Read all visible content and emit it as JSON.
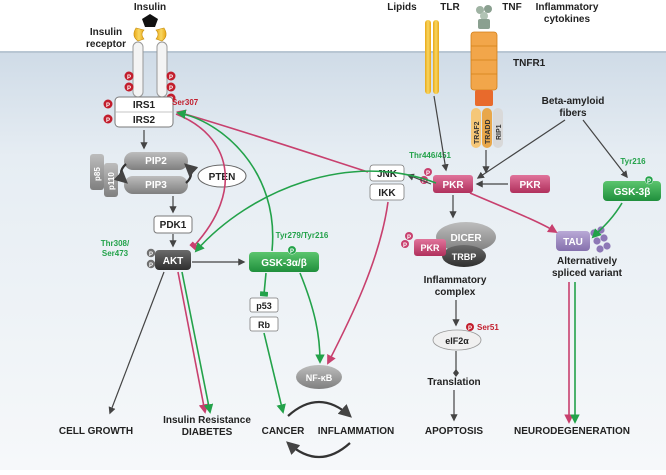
{
  "colors": {
    "pink": "#c8406e",
    "green": "#23a24a",
    "gray": "#555555",
    "red": "#c21d2c",
    "cell": "#dfe8f0",
    "tau": "#9a85bf",
    "orange": "#f08a1e",
    "yellow": "#f1c232",
    "dark": "#3d3d3d"
  },
  "labels": {
    "insulin": "Insulin",
    "insulin_receptor_1": "Insulin",
    "insulin_receptor_2": "receptor",
    "lipids": "Lipids",
    "tlr": "TLR",
    "tnf": "TNF",
    "inflam_cyt_1": "Inflammatory",
    "inflam_cyt_2": "cytokines",
    "tnfr1": "TNFR1",
    "tradd": "TRADD",
    "traf2": "TRAF2",
    "rip1": "RIP1",
    "beta_amyloid_1": "Beta-amyloid",
    "beta_amyloid_2": "fibers",
    "irs1": "IRS1",
    "irs2": "IRS2",
    "ser307": "Ser307",
    "pip2": "PIP2",
    "pip3": "PIP3",
    "pten": "PTEN",
    "p85": "p85",
    "p110": "p110",
    "pdk1": "PDK1",
    "thr308": "Thr308/",
    "ser473": "Ser473",
    "akt": "AKT",
    "gsk3ab": "GSK-3α/β",
    "tyr279": "Tyr279/Tyr216",
    "p53": "p53",
    "rb": "Rb",
    "jnk": "JNK",
    "ikk": "IKK",
    "thr446": "Thr446/451",
    "pkr_main": "PKR",
    "pkr_right": "PKR",
    "pkr_small": "PKR",
    "dicer": "DICER",
    "trbp": "TRBP",
    "inflam_complex_1": "Inflammatory",
    "inflam_complex_2": "complex",
    "eif2a": "eIF2α",
    "ser51": "Ser51",
    "translation": "Translation",
    "tyr216": "Tyr216",
    "gsk3b": "GSK-3β",
    "tau": "TAU",
    "alt_spliced_1": "Alternatively",
    "alt_spliced_2": "spliced variant",
    "nfkb": "NF-κB",
    "p": "P",
    "cell_growth": "CELL GROWTH",
    "insulin_resistance": "Insulin Resistance",
    "diabetes": "DIABETES",
    "cancer": "CANCER",
    "inflammation": "INFLAMMATION",
    "apoptosis": "APOPTOSIS",
    "neurodegeneration": "NEURODEGENERATION"
  }
}
